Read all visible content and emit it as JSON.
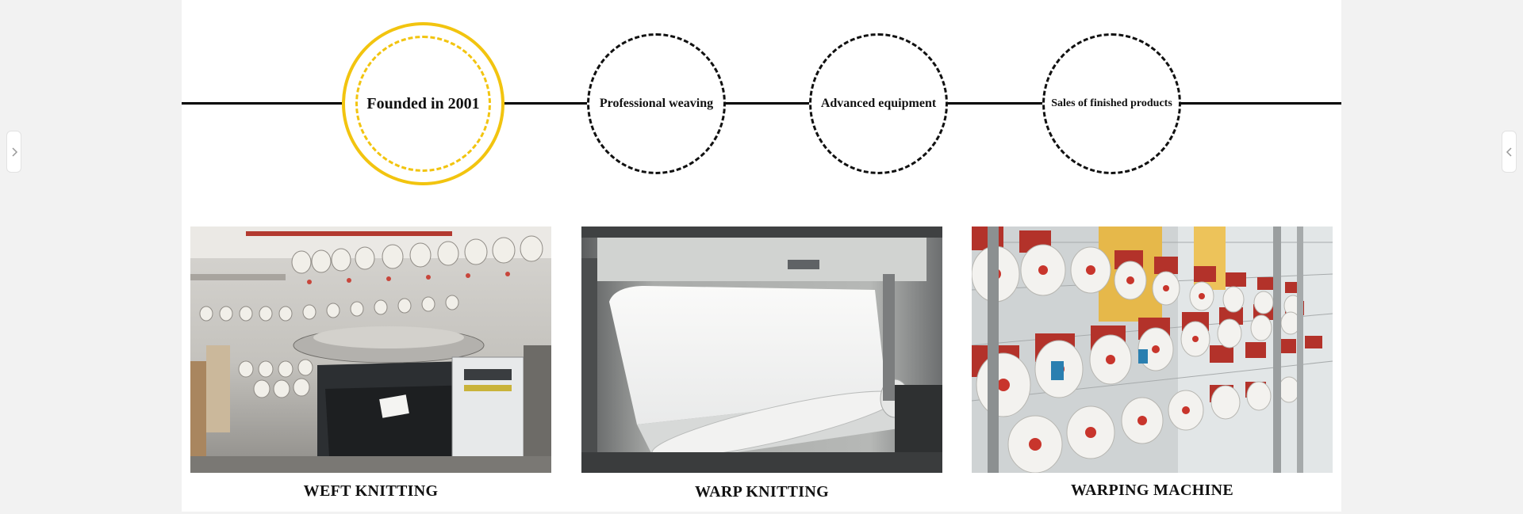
{
  "timeline": {
    "milestones": [
      {
        "label": "Founded in 2001",
        "state": "active"
      },
      {
        "label": "Professional weaving",
        "state": "inactive"
      },
      {
        "label": "Advanced equipment",
        "state": "inactive"
      },
      {
        "label": "Sales of finished products",
        "state": "inactive"
      }
    ],
    "active_color": "#f2c40f",
    "line_color": "#000000"
  },
  "gallery": {
    "items": [
      {
        "caption": "WEFT KNITTING",
        "image": "circular-knitting-machine-photo"
      },
      {
        "caption": "WARP KNITTING",
        "image": "warp-knitting-fabric-roll-photo"
      },
      {
        "caption": "WARPING MACHINE",
        "image": "yarn-creel-spools-photo"
      }
    ]
  },
  "nav": {
    "prev_icon": "chevron-right-icon",
    "next_icon": "chevron-left-icon"
  }
}
